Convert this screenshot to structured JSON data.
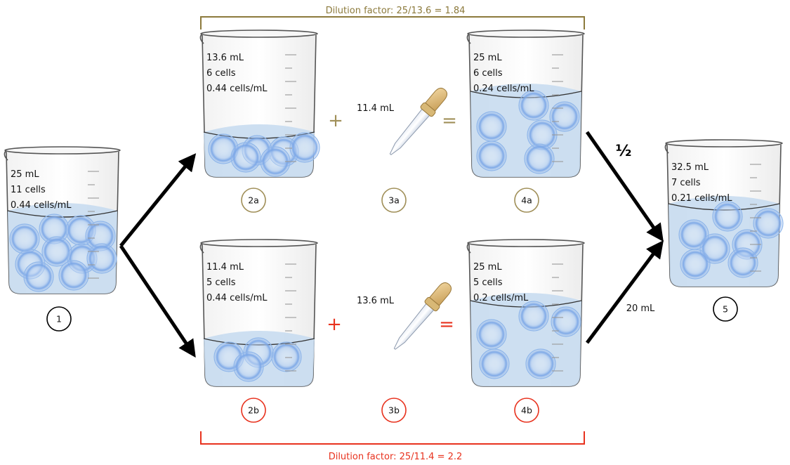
{
  "colors": {
    "gold": "#8c7a3c",
    "red": "#e8321e",
    "liquid": "#c8dbef",
    "cell": "#8fb6ea",
    "black": "#000000"
  },
  "factors": {
    "top": "Dilution factor: 25/13.6 = 1.84",
    "bottom": "Dilution factor: 25/11.4 = 2.2"
  },
  "beakers": {
    "b1": {
      "volume": "25 mL",
      "cells": "11 cells",
      "conc": "0.44 cells/mL",
      "label": "1"
    },
    "b2a": {
      "volume": "13.6 mL",
      "cells": "6 cells",
      "conc": "0.44 cells/mL",
      "label": "2a"
    },
    "b4a": {
      "volume": "25 mL",
      "cells": "6 cells",
      "conc": "0.24 cells/mL",
      "label": "4a"
    },
    "b2b": {
      "volume": "11.4 mL",
      "cells": "5 cells",
      "conc": "0.44 cells/mL",
      "label": "2b"
    },
    "b4b": {
      "volume": "25 mL",
      "cells": "5 cells",
      "conc": "0.2 cells/mL",
      "label": "4b"
    },
    "b5": {
      "volume": "32.5 mL",
      "cells": "7 cells",
      "conc": "0.21 cells/mL",
      "label": "5"
    }
  },
  "droppers": {
    "d3a": {
      "volume": "11.4 mL",
      "label": "3a"
    },
    "d3b": {
      "volume": "13.6 mL",
      "label": "3b"
    }
  },
  "operators": {
    "plus": "+",
    "equals": "="
  },
  "arrows": {
    "half": "½",
    "twenty": "20 mL"
  }
}
